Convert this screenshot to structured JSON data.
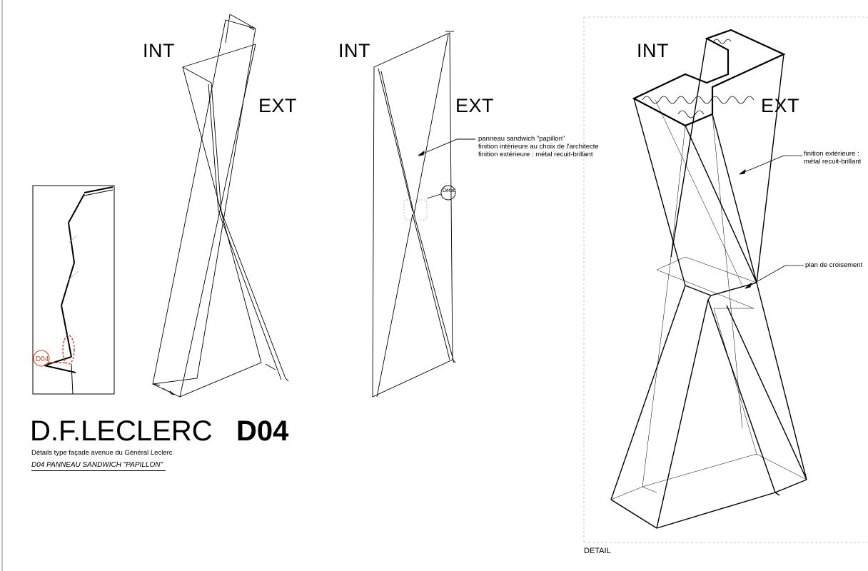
{
  "views": {
    "int_label": "INT",
    "ext_label": "EXT"
  },
  "notes": {
    "panel_line1": "panneau sandwich \"papillon\"",
    "panel_line2": "finition intérieure au choix de l'architecte",
    "panel_line3": "finition extérieure : métal recuit-brillant",
    "detail_marker": "Détail",
    "finish_line1": "finition extérieure :",
    "finish_line2": "métal recuit-brillant",
    "crossing": "plan de croisement"
  },
  "key_plan": {
    "marker": "D04",
    "marker_color": "#d0401c"
  },
  "title": {
    "project": "D.F.LECLERC",
    "code": "D04",
    "subtitle": "Détails type façade avenue du Général Leclerc",
    "caption": "D04 PANNEAU SANDWICH \"PAPILLON\""
  },
  "detail_caption": "DETAIL",
  "colors": {
    "line": "#000000",
    "accent": "#d0401c",
    "frame": "#888888"
  }
}
